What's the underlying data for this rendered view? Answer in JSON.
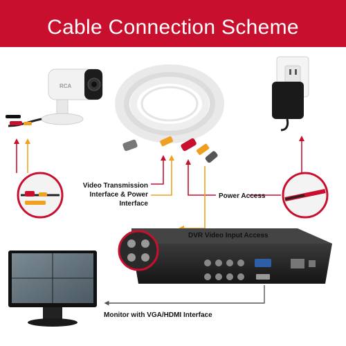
{
  "header": {
    "title": "Cable Connection Scheme",
    "background_color": "#c8102e",
    "text_color": "#ffffff"
  },
  "labels": {
    "video_power_line1": "Video Transmission",
    "video_power_line2": "Interface & Power",
    "video_power_line3": "Interface",
    "power_access": "Power Access",
    "dvr_video_input": "DVR Video Input Access",
    "monitor_interface": "Monitor with VGA/HDMI Interface"
  },
  "camera": {
    "brand": "RCA"
  },
  "colors": {
    "connector_red": "#c8102e",
    "connector_orange": "#f0a020",
    "line_gray": "#555555"
  }
}
